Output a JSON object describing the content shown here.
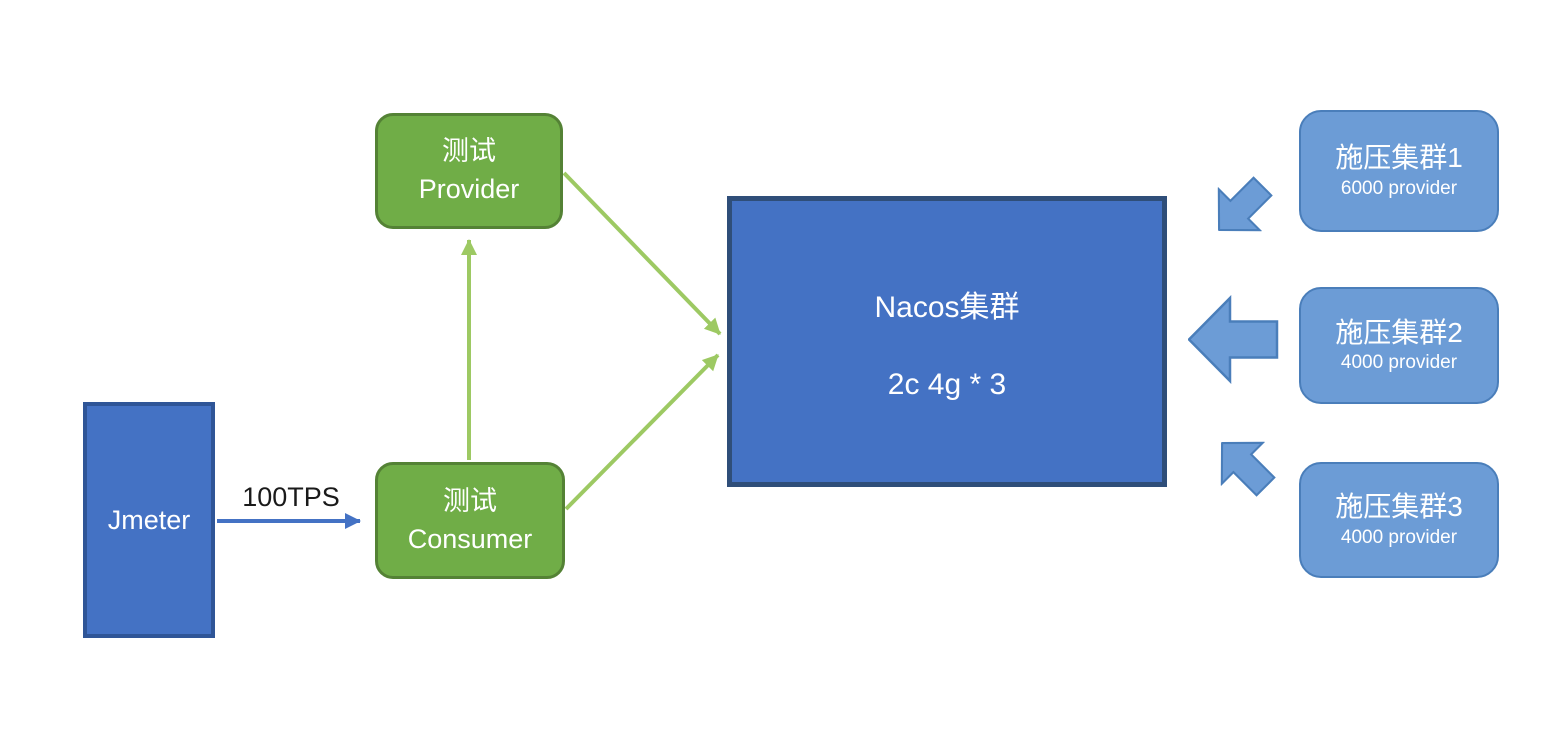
{
  "diagram": {
    "nodes": {
      "jmeter": {
        "label": "Jmeter",
        "fill": "#4472C4",
        "border": "#2F5597",
        "text_color": "#FFFFFF"
      },
      "provider": {
        "line1": "测试",
        "line2": "Provider",
        "fill": "#70AD47",
        "border": "#548235",
        "text_color": "#FFFFFF"
      },
      "consumer": {
        "line1": "测试",
        "line2": "Consumer",
        "fill": "#70AD47",
        "border": "#548235",
        "text_color": "#FFFFFF"
      },
      "nacos": {
        "line1": "Nacos集群",
        "line2": "2c 4g * 3",
        "fill": "#4472C4",
        "border": "#2F4E79",
        "text_color": "#FFFFFF"
      },
      "cluster1": {
        "title": "施压集群1",
        "subtitle": "6000 provider",
        "fill": "#6C9CD6",
        "border": "#4A7EBA",
        "text_color": "#FFFFFF"
      },
      "cluster2": {
        "title": "施压集群2",
        "subtitle": "4000 provider",
        "fill": "#6C9CD6",
        "border": "#4A7EBA",
        "text_color": "#FFFFFF"
      },
      "cluster3": {
        "title": "施压集群3",
        "subtitle": "4000 provider",
        "fill": "#6C9CD6",
        "border": "#4A7EBA",
        "text_color": "#FFFFFF"
      }
    },
    "edges": {
      "jmeter_to_consumer": {
        "label": "100TPS",
        "color": "#4472C4",
        "label_color": "#1A1A1A"
      },
      "consumer_to_provider": {
        "color": "#9DC963"
      },
      "provider_to_nacos": {
        "color": "#9DC963"
      },
      "consumer_to_nacos": {
        "color": "#9DC963"
      }
    },
    "block_arrows": [
      {
        "direction": "down-left",
        "points_to": "Nacos集群",
        "fill": "#6C9CD6",
        "border": "#4A7EBA"
      },
      {
        "direction": "left",
        "points_to": "Nacos集群",
        "fill": "#6C9CD6",
        "border": "#4A7EBA"
      },
      {
        "direction": "up-left",
        "points_to": "Nacos集群",
        "fill": "#6C9CD6",
        "border": "#4A7EBA"
      }
    ],
    "background": "#FFFFFF"
  }
}
